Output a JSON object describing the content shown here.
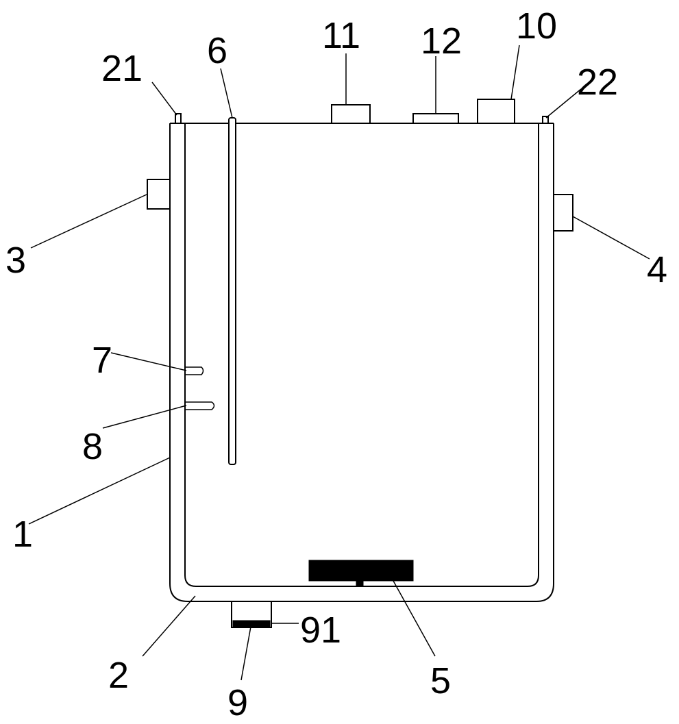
{
  "labels": {
    "vessel_wall": "1",
    "vessel_bottom": "2",
    "left_port": "3",
    "right_port": "4",
    "bottom_element": "5",
    "vertical_rod": "6",
    "upper_probe": "7",
    "lower_probe": "8",
    "bottom_outlet": "9",
    "lid_fitting_right": "10",
    "lid_fitting_left": "11",
    "lid_fitting_middle": "12",
    "left_lug": "21",
    "right_lug": "22",
    "outlet_filter": "91"
  },
  "colors": {
    "line": "#000000",
    "background": "#ffffff"
  }
}
